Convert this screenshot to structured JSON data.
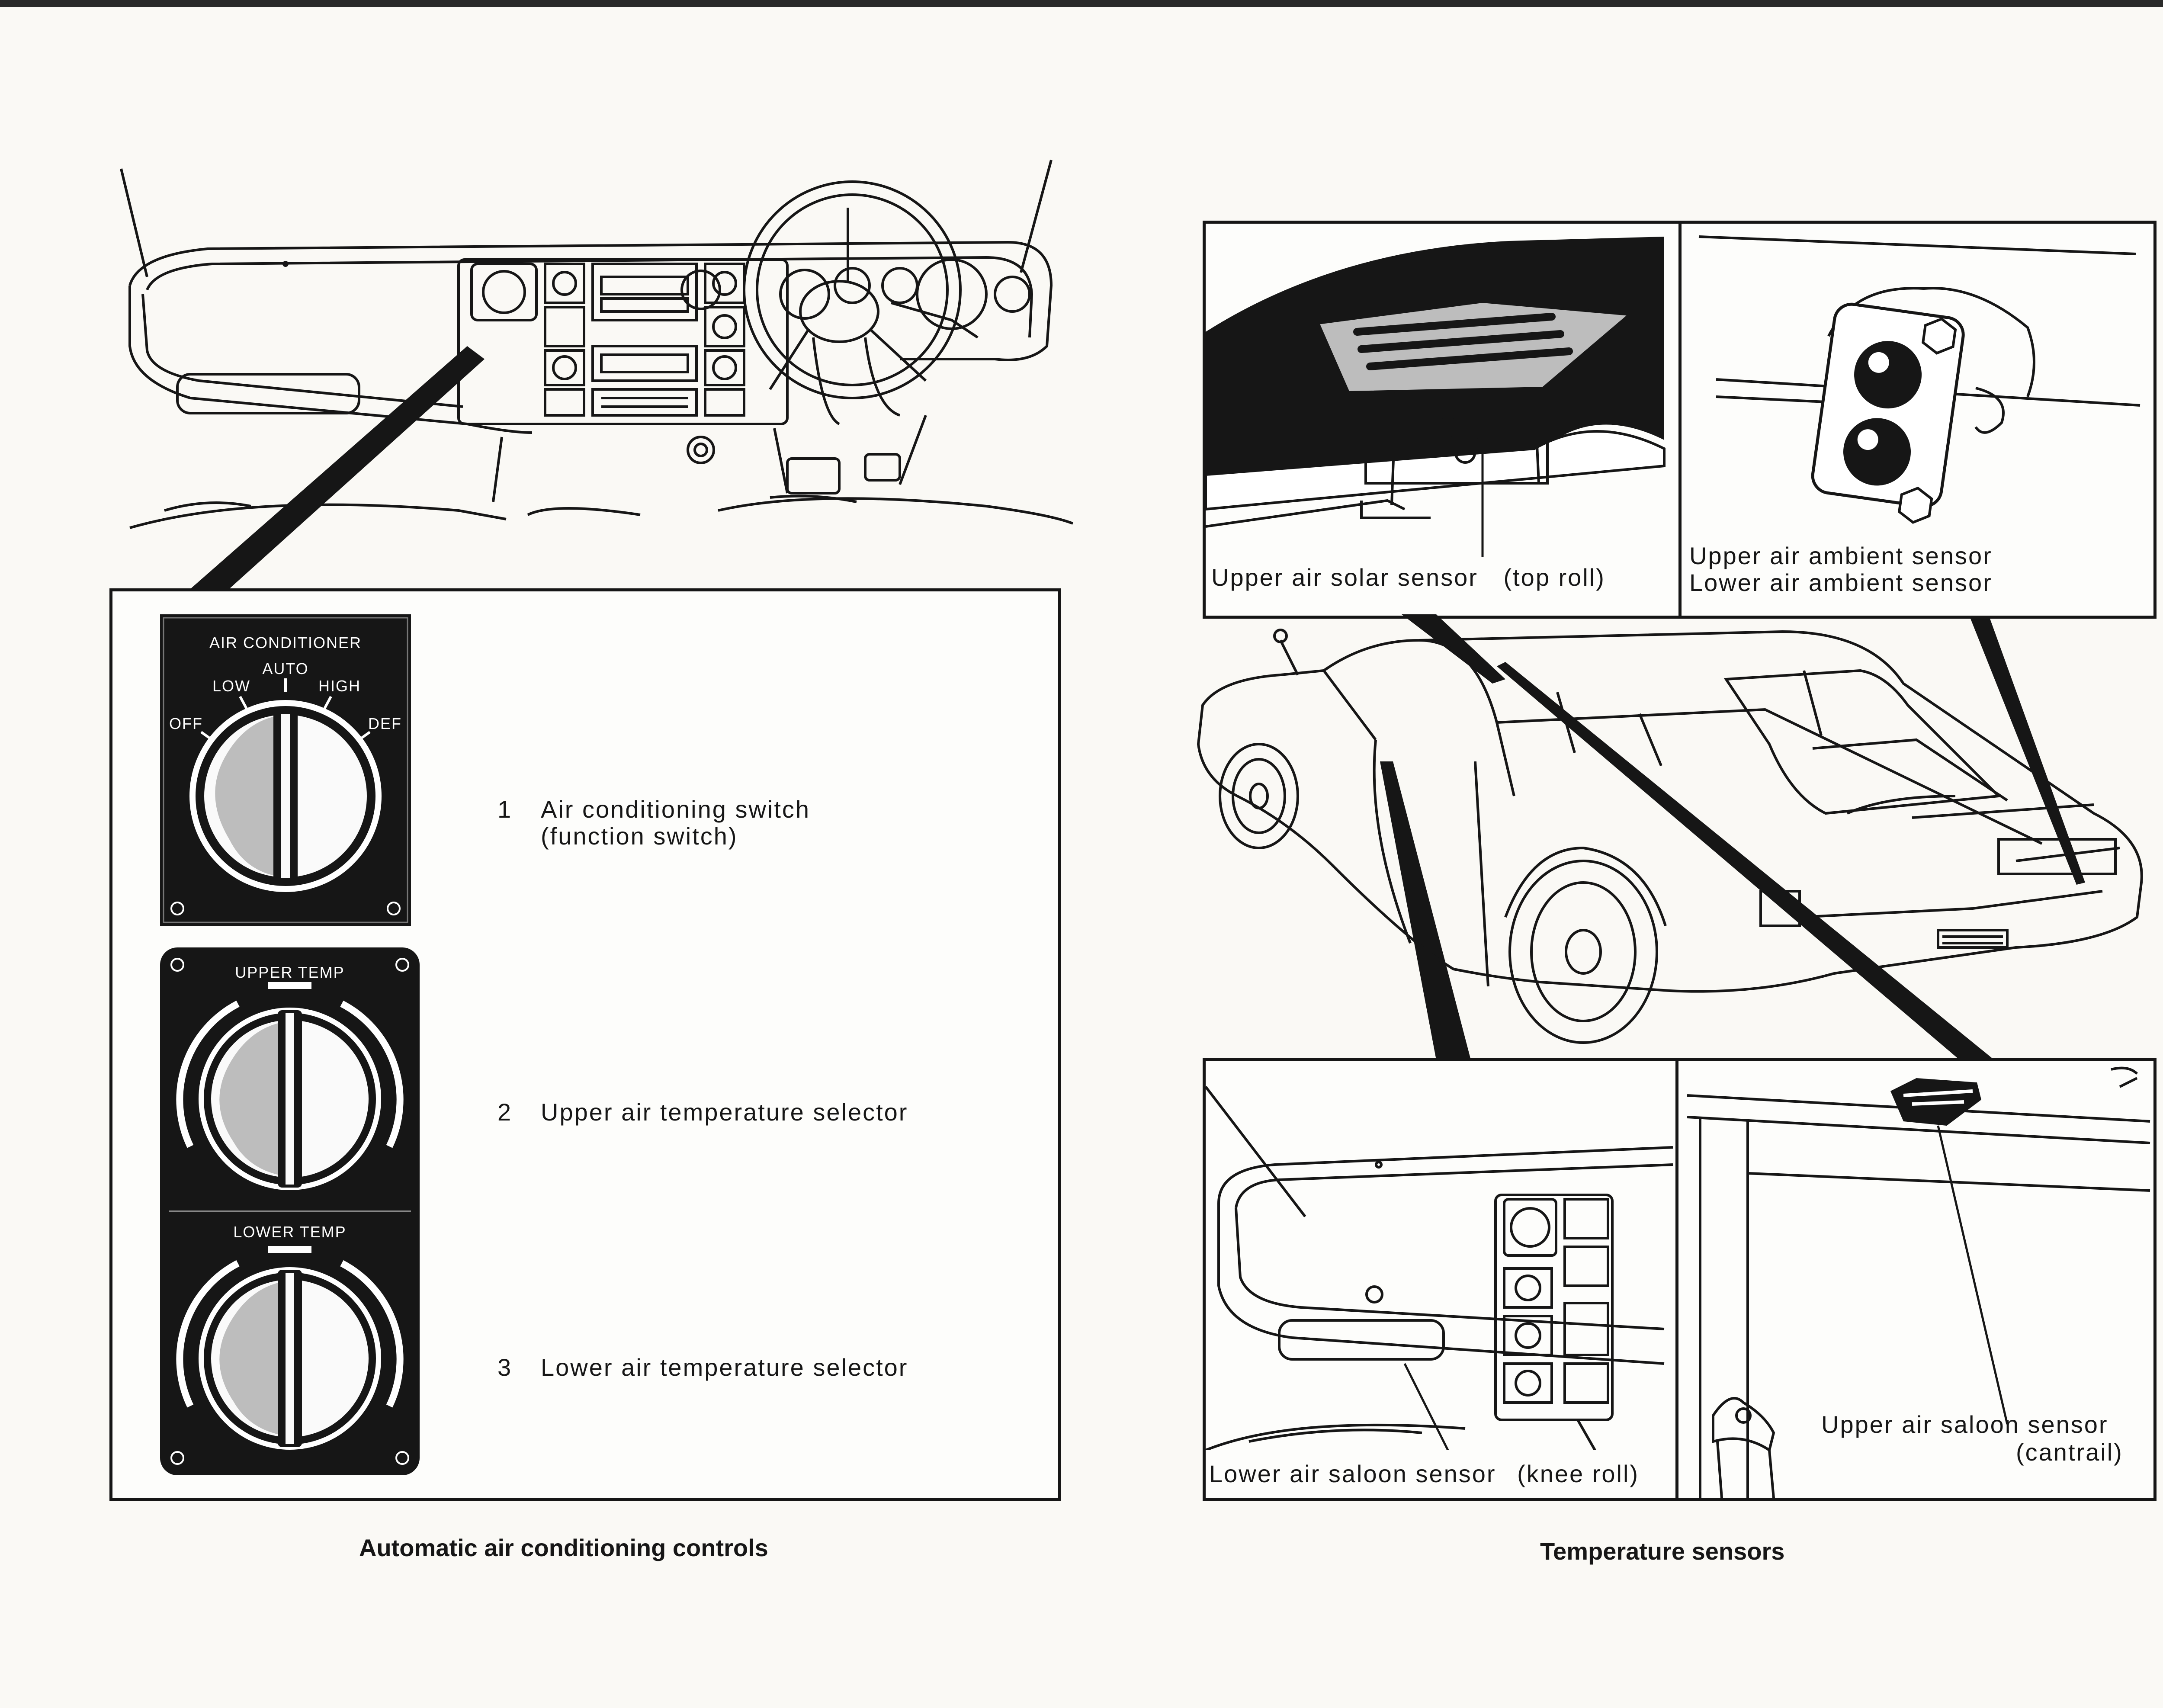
{
  "left_panel": {
    "caption": "Automatic air conditioning controls",
    "ac_plate": {
      "title": "AIR CONDITIONER",
      "positions": [
        "OFF",
        "LOW",
        "AUTO",
        "HIGH",
        "DEF"
      ]
    },
    "upper_plate": {
      "title": "UPPER TEMP"
    },
    "lower_plate": {
      "title": "LOWER TEMP"
    },
    "items": [
      {
        "number": "1",
        "line1": "Air conditioning switch",
        "line2": "(function switch)"
      },
      {
        "number": "2",
        "line1": "Upper air temperature selector"
      },
      {
        "number": "3",
        "line1": "Lower air temperature selector"
      }
    ]
  },
  "right_panel": {
    "caption": "Temperature sensors",
    "solar": {
      "label": "Upper air solar sensor",
      "location": "(top roll)"
    },
    "ambient": {
      "line1": "Upper air ambient sensor",
      "line2": "Lower air ambient sensor"
    },
    "lower_saloon": {
      "label": "Lower air saloon sensor",
      "location": "(knee roll)"
    },
    "upper_saloon": {
      "label": "Upper air saloon sensor",
      "location": "(cantrail)"
    }
  },
  "colors": {
    "ink": "#161616",
    "paper": "#faf9f5"
  }
}
